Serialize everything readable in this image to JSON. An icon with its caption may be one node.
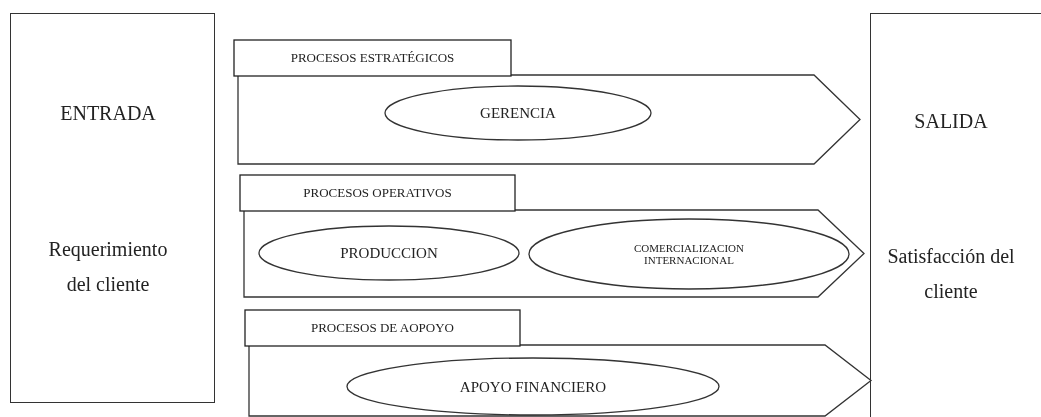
{
  "diagram": {
    "nodes": [
      {
        "text": [
          "ENTRADA",
          "Requerimiento del cliente"
        ]
      },
      {
        "text": [
          "PROCESOS ESTRATÉGICOS"
        ]
      },
      {
        "text": [
          "GERENCIA"
        ],
        "in": 1
      },
      {
        "text": [
          "PROCESOS OPERATIVOS"
        ]
      },
      {
        "text": [
          "PRODUCCION"
        ],
        "in": 3
      },
      {
        "text": [
          "COMERCIALIZACION INTERNACIONAL"
        ],
        "in": 3
      },
      {
        "text": [
          "PROCESOS DE AOPOYO"
        ]
      },
      {
        "text": [
          "APOYO FINANCIERO"
        ],
        "in": 6
      },
      {
        "text": [
          "SALIDA",
          "Satisfacción del cliente"
        ]
      }
    ]
  }
}
